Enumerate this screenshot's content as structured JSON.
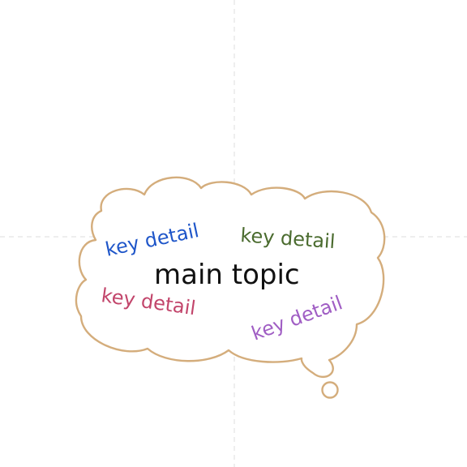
{
  "diagram": {
    "main_topic": "main topic",
    "details": [
      {
        "label": "key detail",
        "color": "#1f56c9"
      },
      {
        "label": "key detail",
        "color": "#4a6b2e"
      },
      {
        "label": "key detail",
        "color": "#c2456b"
      },
      {
        "label": "key detail",
        "color": "#a05ec4"
      }
    ],
    "outline_color": "#d4ad7c"
  }
}
